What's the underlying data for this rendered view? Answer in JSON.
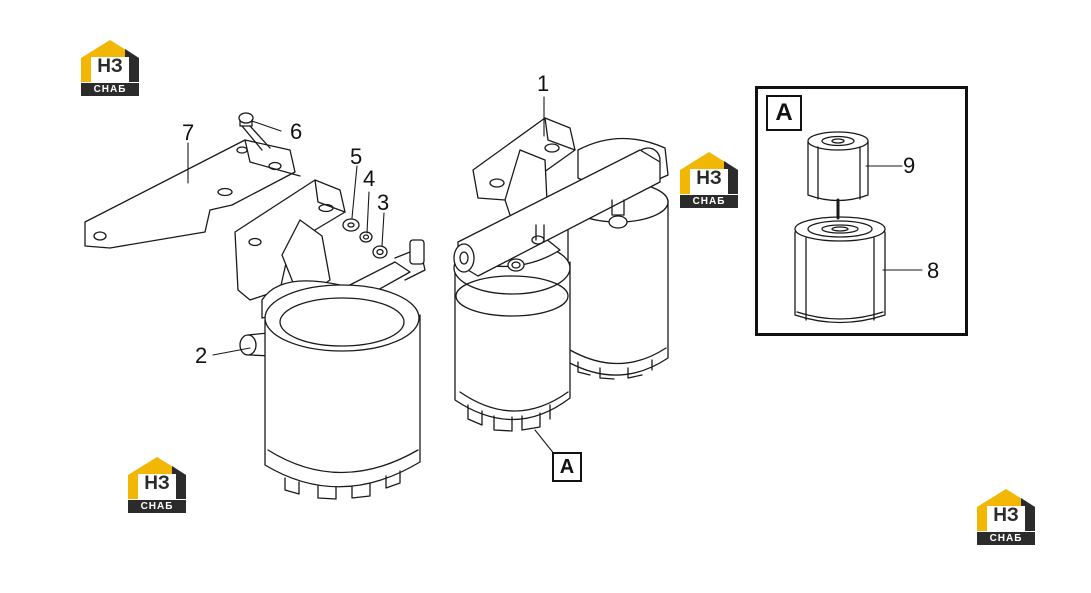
{
  "colors": {
    "logo_yellow": "#f2b705",
    "logo_dark": "#2b2b2b",
    "line": "#1a1a1a"
  },
  "logo": {
    "initials": "НЗ",
    "word": "СНАБ"
  },
  "callouts": {
    "c1": "1",
    "c2": "2",
    "c3": "3",
    "c4": "4",
    "c5": "5",
    "c6": "6",
    "c7": "7",
    "c8": "8",
    "c9": "9"
  },
  "view_label": "A",
  "detail_label": "A"
}
